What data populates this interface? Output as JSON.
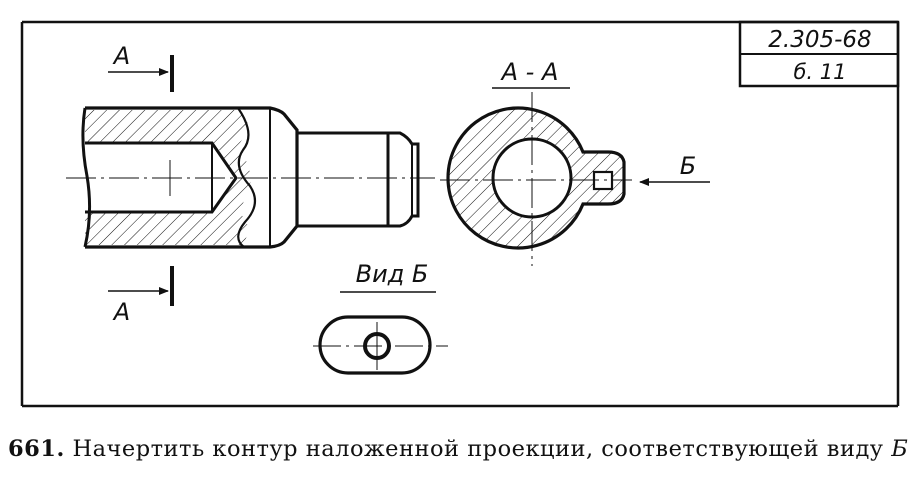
{
  "stamp": {
    "standard": "2.305-68",
    "sheet": "б. 11"
  },
  "labels": {
    "section_top": "А",
    "section_bottom": "А",
    "section_view": "А - А",
    "view_letter": "Б",
    "view_title": "Вид Б"
  },
  "caption": {
    "number": "661.",
    "text": "Начертить контур наложенной проекции, соответствующей виду",
    "tail": "Б"
  }
}
